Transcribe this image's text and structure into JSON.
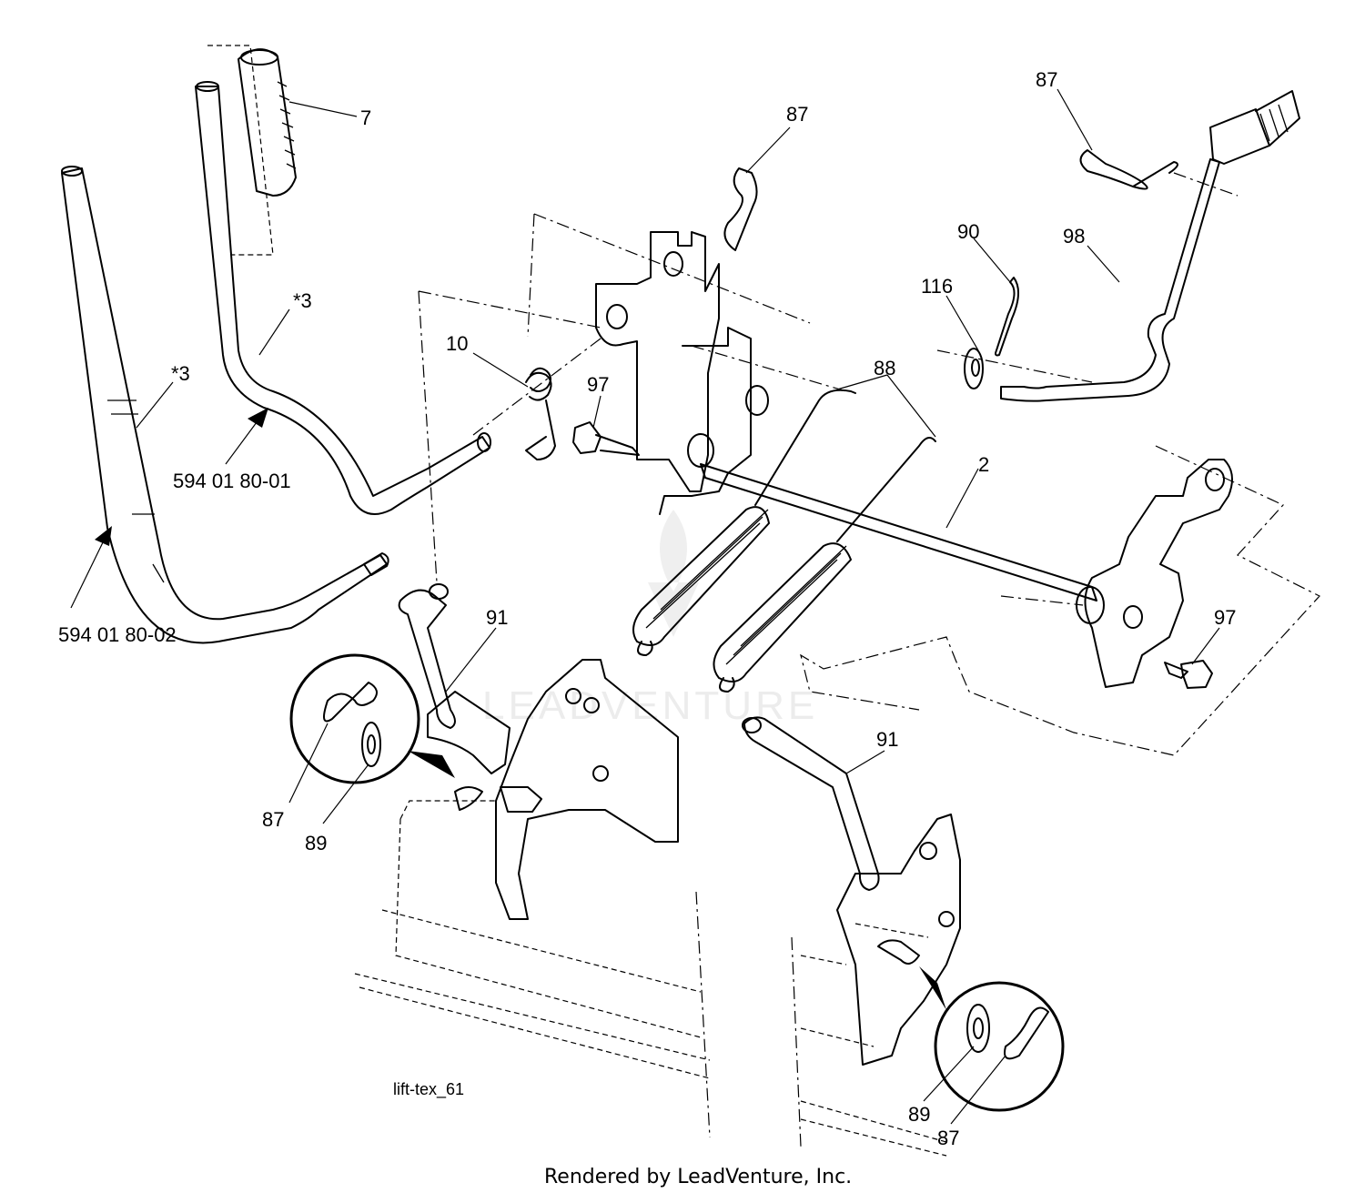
{
  "diagram": {
    "drawing_id": "lift-tex_61",
    "footer": "Rendered by LeadVenture, Inc.",
    "watermark": "LEADVENTURE",
    "part_numbers": {
      "handle_lever_01": "594 01 80-01",
      "handle_lever_02": "594 01 80-02"
    },
    "callouts": {
      "grip": "7",
      "lever_a": "*3",
      "lever_b": "*3",
      "spring_10": "10",
      "bolt_97_top": "97",
      "clip_87_top": "87",
      "clip_87_right": "87",
      "pin_90": "90",
      "washer_116": "116",
      "rod_98": "98",
      "springs_88": "88",
      "shaft_2": "2",
      "bolt_97_right": "97",
      "link_91_left": "91",
      "link_91_right": "91",
      "clip_87_inset_left": "87",
      "washer_89_inset_left": "89",
      "washer_89_inset_right": "89",
      "clip_87_inset_right": "87"
    }
  }
}
